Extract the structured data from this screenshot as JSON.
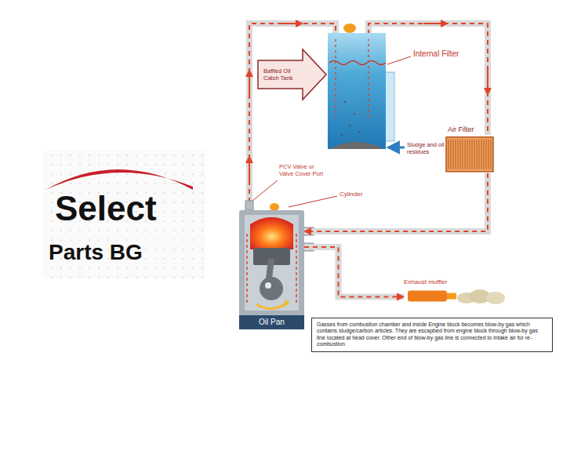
{
  "diagram": {
    "nodes": [
      {
        "text": [
          "Baffled Oil Catch Tank"
        ]
      },
      {
        "text": [
          "Air Filter"
        ]
      },
      {
        "text": [
          "Oil Pan"
        ]
      },
      {
        "text": [
          "Exhaust muffler"
        ]
      },
      {
        "text": [
          "Gasses from combustion chamber and inside Engine block becomes blow-by gas which contains sludge/carbon articles. They are escapbed from engine block through blow-by gas line located at head cover. Other end of blow-by gas line is connected to intake air for re-combustion"
        ]
      }
    ],
    "edges": [
      {
        "from": 1,
        "to": 2,
        "arrow": "to"
      },
      {
        "from": 2,
        "to": 3,
        "arrow": "to"
      }
    ],
    "labels": [
      "Select",
      "Parts BG",
      "Internal Filter",
      "Sludge and oil residues",
      "PCV Valve or Valve Cover Port",
      "Cylinder"
    ]
  }
}
